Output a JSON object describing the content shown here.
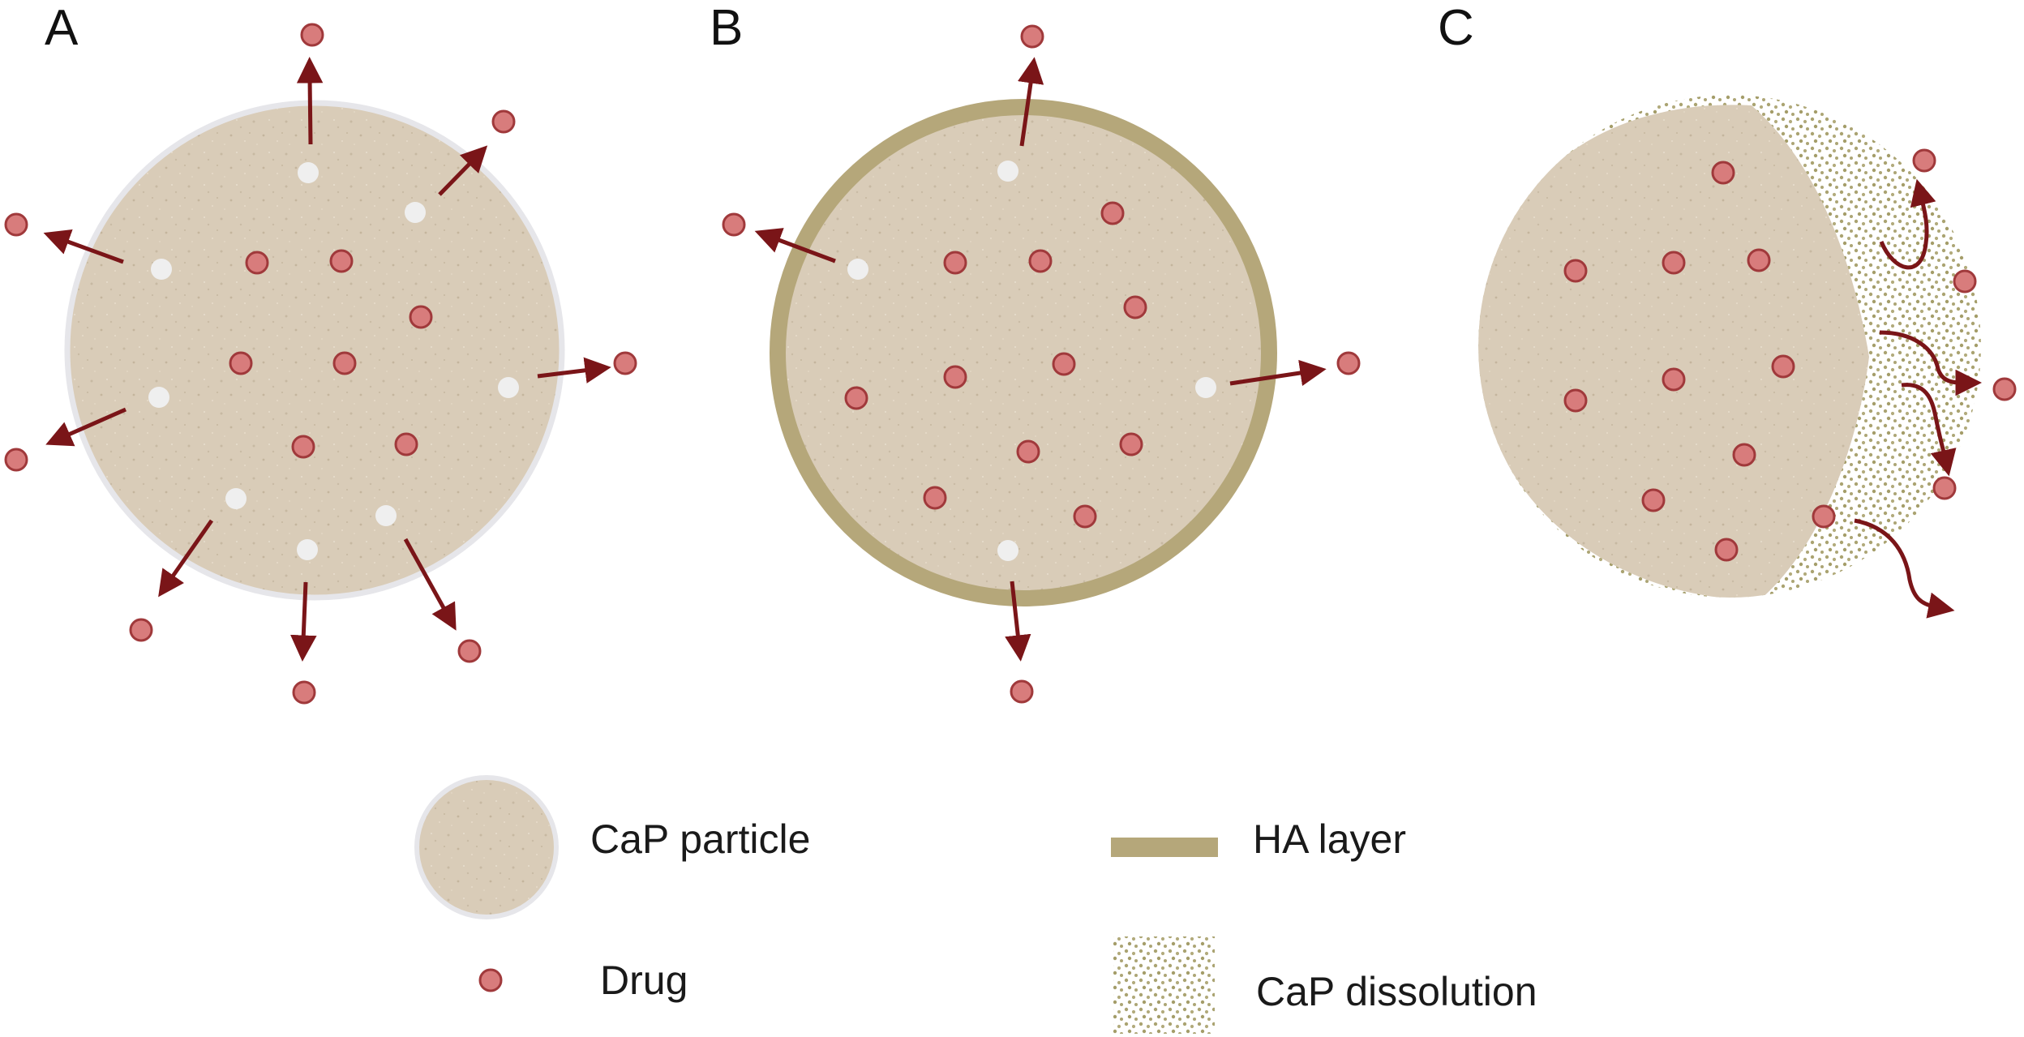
{
  "panels": [
    {
      "id": "A",
      "label": "A"
    },
    {
      "id": "B",
      "label": "B"
    },
    {
      "id": "C",
      "label": "C"
    }
  ],
  "legend": {
    "particle": "CaP particle",
    "drug": "Drug",
    "ha_layer": "HA layer",
    "dissolution": "CaP dissolution"
  },
  "colors": {
    "particle_fill": "#d9ccb8",
    "particle_rim": "#e6e6ea",
    "ha_layer": "#b5a77a",
    "drug_fill": "#d87c7c",
    "drug_stroke": "#a0393b",
    "arrow": "#7a1518",
    "pore": "#efefef",
    "dissolution_dots": "#a59f6c"
  }
}
